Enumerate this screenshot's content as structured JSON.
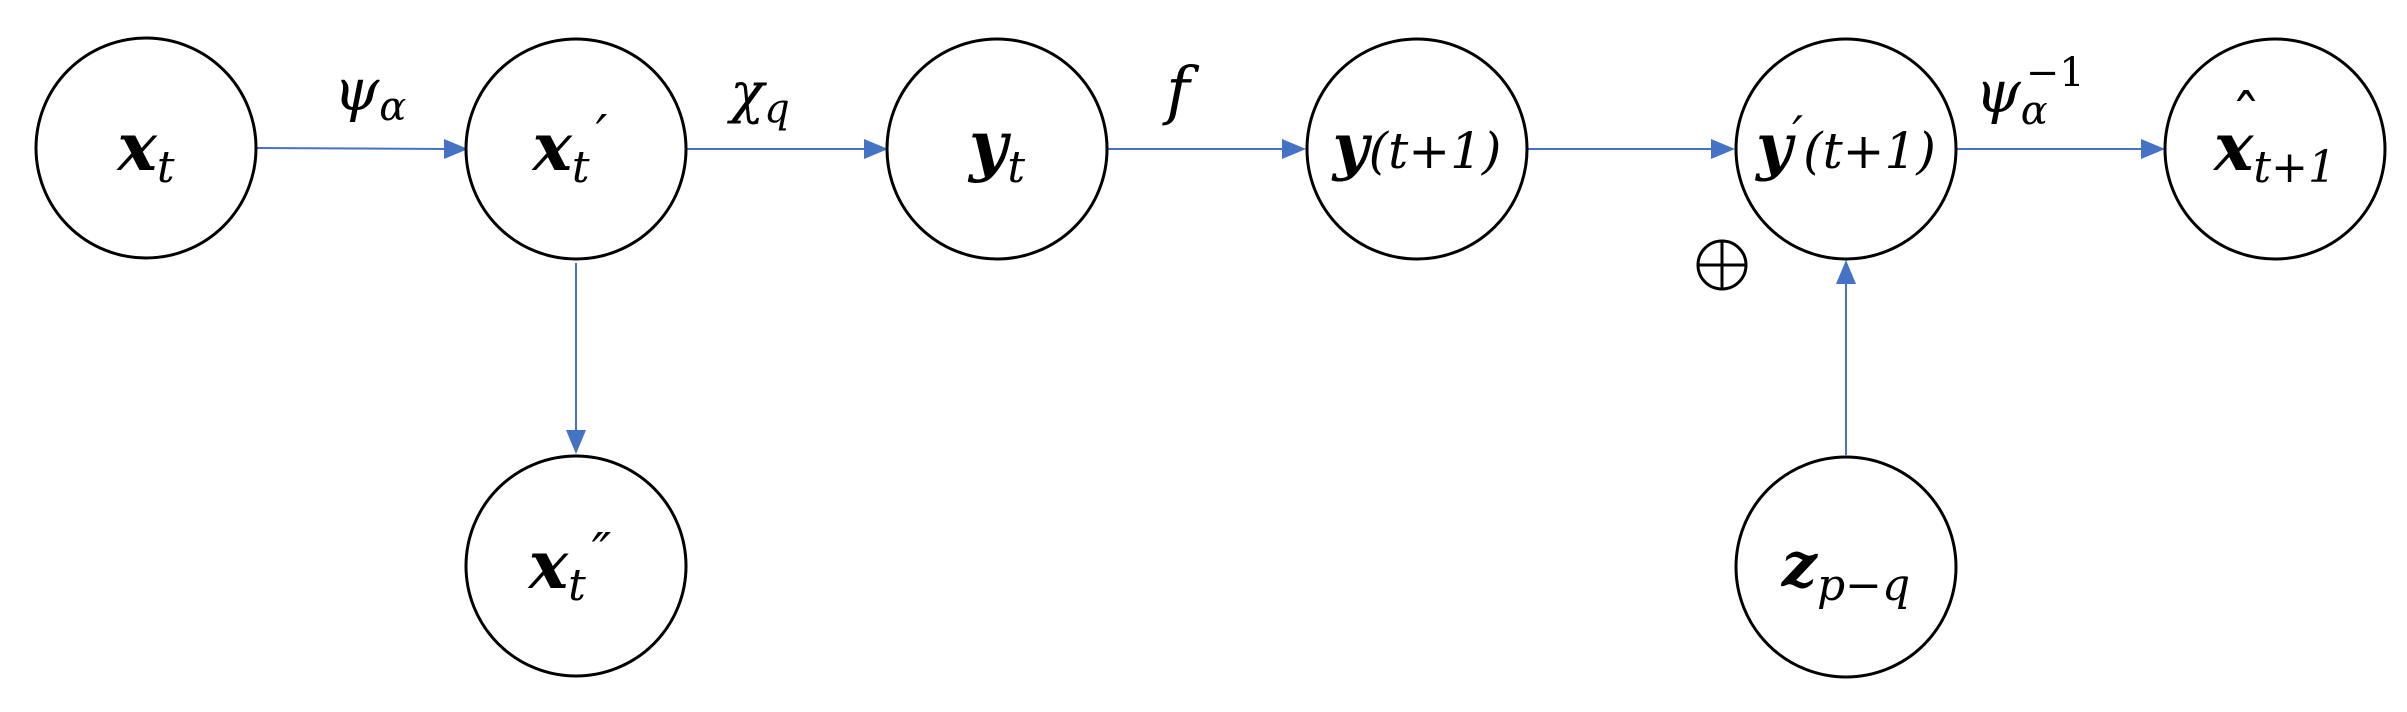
{
  "nodes": {
    "xt": {
      "sym": "x",
      "sub": "t"
    },
    "xt1": {
      "sym": "x",
      "sub": "t",
      "mark": "′"
    },
    "xt2": {
      "sym": "x",
      "sub": "t",
      "mark": "″"
    },
    "yt": {
      "sym": "y",
      "sub": "t"
    },
    "yt1": {
      "sym": "y",
      "arg": "(t+1)"
    },
    "ypt1": {
      "sym": "y",
      "mark": "′",
      "arg": "(t+1)"
    },
    "zpq": {
      "sym": "z",
      "sub": "p−q"
    },
    "xhat": {
      "sym": "x",
      "accent": "ˆ",
      "sub": "t+1"
    }
  },
  "edges": {
    "psi": {
      "sym": "ψ",
      "sub": "α"
    },
    "chi": {
      "sym": "χ",
      "sub": "q"
    },
    "f": {
      "sym": "f"
    },
    "psi_inv": {
      "sym": "ψ",
      "sub": "α",
      "sup": "−1"
    }
  },
  "operator": {
    "name": "direct-sum",
    "symbol": "⊕"
  },
  "colors": {
    "edge": "#4472C4",
    "node_stroke": "#000000",
    "background": "#ffffff"
  }
}
